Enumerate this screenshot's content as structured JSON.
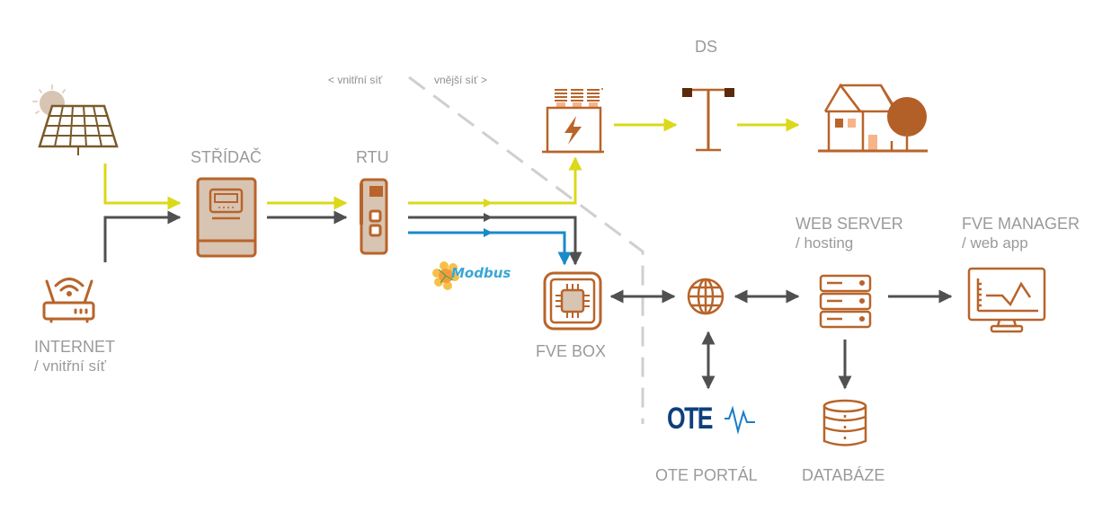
{
  "colors": {
    "icon_brown": "#b8642a",
    "icon_fill": "#d8c4b2",
    "panel_brown": "#7a5a2a",
    "sun": "#d8c4b2",
    "power_line": "#dcd81a",
    "data_line": "#505050",
    "modbus_line": "#1a8ac8",
    "boundary_dash": "#cfcfcf",
    "label_gray": "#9a9a9a",
    "ote_blue": "#0f3f7c",
    "ote_wave": "#1a7cc8"
  },
  "boundary": {
    "left_label": "< vnitřní síť",
    "right_label": "vnější síť >"
  },
  "nodes": {
    "solar": {
      "icon": "solar-panel-icon"
    },
    "internet": {
      "icon": "router-icon",
      "label": "INTERNET",
      "sublabel": "/ vnitřní síť"
    },
    "inverter": {
      "icon": "inverter-icon",
      "label": "STŘÍDAČ"
    },
    "rtu": {
      "icon": "rtu-icon",
      "label": "RTU"
    },
    "transformer": {
      "icon": "transformer-icon"
    },
    "ds": {
      "icon": "utility-pole-icon",
      "label": "DS"
    },
    "house": {
      "icon": "house-icon"
    },
    "fve_box": {
      "icon": "chip-icon",
      "label": "FVE BOX"
    },
    "modbus": {
      "icon": "modbus-logo",
      "label": "Modbus"
    },
    "globe": {
      "icon": "globe-icon"
    },
    "ote": {
      "icon": "ote-logo",
      "logo_text": "OTE",
      "label": "OTE PORTÁL"
    },
    "web_server": {
      "icon": "server-icon",
      "label": "WEB SERVER",
      "sublabel": "/ hosting"
    },
    "database": {
      "icon": "database-icon",
      "label": "DATABÁZE"
    },
    "fve_manager": {
      "icon": "monitor-chart-icon",
      "label": "FVE MANAGER",
      "sublabel": "/ web app"
    }
  },
  "connections": [
    {
      "from": "solar",
      "to": "inverter",
      "type": "power"
    },
    {
      "from": "internet",
      "to": "inverter",
      "type": "data"
    },
    {
      "from": "inverter",
      "to": "rtu",
      "type": "power"
    },
    {
      "from": "inverter",
      "to": "rtu",
      "type": "data"
    },
    {
      "from": "rtu",
      "to": "transformer",
      "type": "power"
    },
    {
      "from": "rtu",
      "to": "fve_box",
      "type": "data"
    },
    {
      "from": "rtu",
      "to": "fve_box",
      "type": "modbus"
    },
    {
      "from": "transformer",
      "to": "ds",
      "type": "power"
    },
    {
      "from": "ds",
      "to": "house",
      "type": "power"
    },
    {
      "from": "fve_box",
      "to": "globe",
      "type": "data",
      "bidirectional": true
    },
    {
      "from": "globe",
      "to": "web_server",
      "type": "data",
      "bidirectional": true
    },
    {
      "from": "globe",
      "to": "ote",
      "type": "data",
      "bidirectional": true
    },
    {
      "from": "web_server",
      "to": "fve_manager",
      "type": "data"
    },
    {
      "from": "web_server",
      "to": "database",
      "type": "data"
    }
  ]
}
